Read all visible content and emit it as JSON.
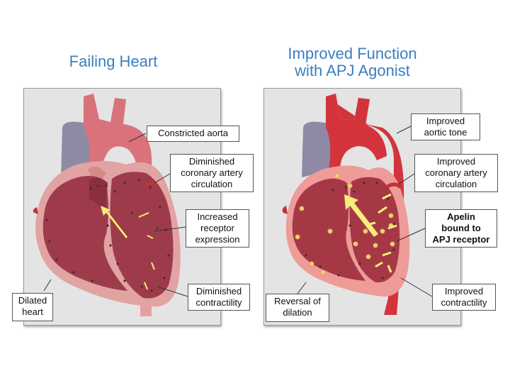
{
  "left_panel": {
    "title": "Failing Heart",
    "labels": {
      "constricted_aorta": "Constricted aorta",
      "diminished_coronary": "Diminished\ncoronary artery\ncirculation",
      "increased_receptor": "Increased\nreceptor\nexpression",
      "diminished_contractility": "Diminished\ncontractility",
      "dilated_heart": "Dilated\nheart"
    }
  },
  "right_panel": {
    "title_line1": "Improved Function",
    "title_line2": "with APJ Agonist",
    "labels": {
      "improved_aortic_tone": "Improved\naortic tone",
      "improved_coronary": "Improved\ncoronary artery\ncirculation",
      "apelin_bound": "Apelin\nbound to\nAPJ receptor",
      "improved_contractility": "Improved\ncontractility",
      "reversal_dilation": "Reversal of\ndilation"
    }
  },
  "colors": {
    "title": "#3a7fc0",
    "myocardium_failing": "#9e3b4a",
    "myocardium_improved": "#a63846",
    "wall_failing": "#e2a3a3",
    "wall_improved": "#ef9b98",
    "aorta_failing": "#d9727a",
    "aorta_improved": "#d3343c",
    "vein": "#8e8aa6",
    "arrow": "#f6ef7a",
    "apelin": "#f1cf78"
  }
}
